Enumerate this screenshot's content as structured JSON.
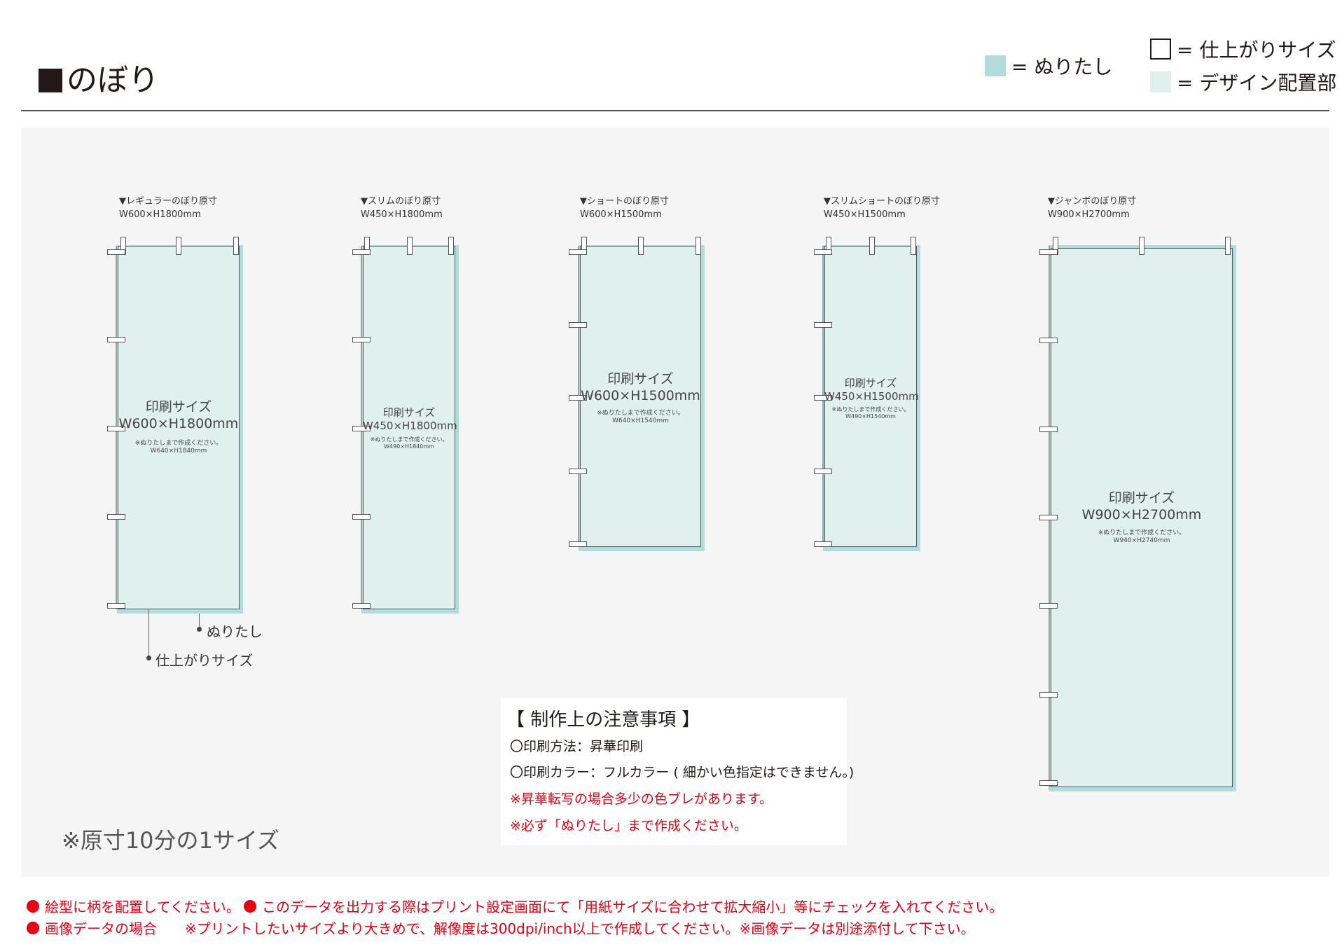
{
  "header": {
    "title": "のぼり",
    "legend": {
      "bleed_label": "= ぬりたし",
      "finish_label": "= 仕上がりサイズ",
      "design_label": "= デザイン配置部"
    }
  },
  "colors": {
    "bleed": "#b2dcdb",
    "design": "#e0f0ee",
    "canvas": "#f5f5f5",
    "warning": "#e60012"
  },
  "nobori": [
    {
      "title": "▼レギュラーのぼり原寸",
      "dims": "W600×H1800mm",
      "print_label": "印刷サイズ",
      "print_size": "W600×H1800mm",
      "bleed_note": "※ぬりたしまで作成ください。",
      "bleed_size": "W640×H1840mm"
    },
    {
      "title": "▼スリムのぼり原寸",
      "dims": "W450×H1800mm",
      "print_label": "印刷サイズ",
      "print_size": "W450×H1800mm",
      "bleed_note": "※ぬりたしまで作成ください。",
      "bleed_size": "W490×H1840mm"
    },
    {
      "title": "▼ショートのぼり原寸",
      "dims": "W600×H1500mm",
      "print_label": "印刷サイズ",
      "print_size": "W600×H1500mm",
      "bleed_note": "※ぬりたしまで作成ください。",
      "bleed_size": "W640×H1540mm"
    },
    {
      "title": "▼スリムショートのぼり原寸",
      "dims": "W450×H1500mm",
      "print_label": "印刷サイズ",
      "print_size": "W450×H1500mm",
      "bleed_note": "※ぬりたしまで作成ください。",
      "bleed_size": "W490×H1540mm"
    },
    {
      "title": "▼ジャンボのぼり原寸",
      "dims": "W900×H2700mm",
      "print_label": "印刷サイズ",
      "print_size": "W900×H2700mm",
      "bleed_note": "※ぬりたしまで作成ください。",
      "bleed_size": "W940×H2740mm"
    }
  ],
  "callouts": {
    "bleed": "ぬりたし",
    "finish": "仕上がりサイズ"
  },
  "notes": {
    "title": "【 制作上の注意事項 】",
    "method": "〇印刷方法：昇華印刷",
    "color": "〇印刷カラー：フルカラー ( 細かい色指定はできません。)",
    "warn1": "※昇華転写の場合多少の色ブレがあります。",
    "warn2": "※必ず「ぬりたし」まで作成ください。"
  },
  "scale_note": "※原寸10分の1サイズ",
  "footer": {
    "item1": "絵型に柄を配置してください。",
    "item2": "このデータを出力する際はプリント設定画面にて「用紙サイズに合わせて拡大縮小」等にチェックを入れてください。",
    "item3": "画像データの場合　　※プリントしたいサイズより大きめで、解像度は300dpi/inch以上で作成してください。※画像データは別途添付して下さい。"
  }
}
